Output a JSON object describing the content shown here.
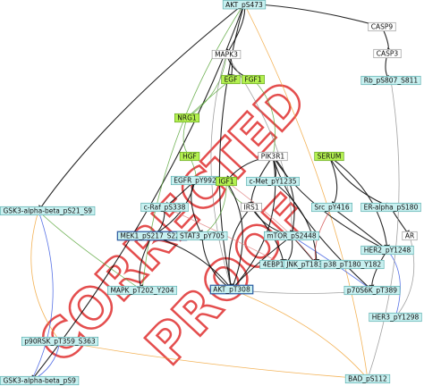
{
  "diagram": {
    "watermark": {
      "line1": "CORRECTED",
      "line2": "PROOF",
      "color": "#e03030"
    },
    "node_styles": {
      "plain": {
        "fill": "#ffffff",
        "stroke": "#888888"
      },
      "cyan": {
        "fill": "#c8f0f0",
        "stroke": "#4aa6a6"
      },
      "green": {
        "fill": "#b4f050",
        "stroke": "#5a9a1a"
      },
      "selected": {
        "fill": "#c8f0f0",
        "stroke": "#2a5aa0"
      }
    },
    "edge_colors": {
      "black": "#111111",
      "gray": "#8a8a8a",
      "green": "#50a030",
      "orange": "#f0a030",
      "blue": "#3050e0",
      "red": "#d04040",
      "pink": "#e08080"
    },
    "nodes": [
      {
        "id": "akt_ps473",
        "label": "AKT_pS473",
        "style": "cyan"
      },
      {
        "id": "casp9",
        "label": "CASP9",
        "style": "plain"
      },
      {
        "id": "casp3",
        "label": "CASP3",
        "style": "plain"
      },
      {
        "id": "rb_ps807",
        "label": "Rb_pS807_S811",
        "style": "cyan"
      },
      {
        "id": "mapk3",
        "label": "MAPK3",
        "style": "plain"
      },
      {
        "id": "egf",
        "label": "EGF",
        "style": "green"
      },
      {
        "id": "fgf1",
        "label": "FGF1",
        "style": "green"
      },
      {
        "id": "nrg1",
        "label": "NRG1",
        "style": "green"
      },
      {
        "id": "hgf",
        "label": "HGF",
        "style": "green"
      },
      {
        "id": "pik3r1",
        "label": "PIK3R1",
        "style": "plain"
      },
      {
        "id": "serum",
        "label": "SERUM",
        "style": "green"
      },
      {
        "id": "egfr",
        "label": "EGFR_pY992",
        "style": "cyan"
      },
      {
        "id": "igf1",
        "label": "IGF1",
        "style": "green"
      },
      {
        "id": "cmet",
        "label": "c-Met_pY1235",
        "style": "cyan"
      },
      {
        "id": "craf",
        "label": "c-Raf_pS338",
        "style": "cyan"
      },
      {
        "id": "irs1",
        "label": "IRS1",
        "style": "plain"
      },
      {
        "id": "src",
        "label": "Src_pY416",
        "style": "cyan"
      },
      {
        "id": "er_alpha",
        "label": "ER-alpha_pS180",
        "style": "cyan"
      },
      {
        "id": "gsk3",
        "label": "GSK3-alpha-beta_pS21_S9",
        "style": "cyan"
      },
      {
        "id": "mek1",
        "label": "MEK1_pS217_S221",
        "style": "selected"
      },
      {
        "id": "stat3",
        "label": "STAT3_pY705",
        "style": "cyan"
      },
      {
        "id": "mtor",
        "label": "mTOR_pS2448",
        "style": "cyan"
      },
      {
        "id": "ar",
        "label": "AR",
        "style": "plain"
      },
      {
        "id": "4ebp1",
        "label": "4EBP1_pS65",
        "style": "cyan"
      },
      {
        "id": "jnk",
        "label": "JNK_pT183_pY185",
        "style": "cyan"
      },
      {
        "id": "p38",
        "label": "p38_pT180_Y182",
        "style": "cyan"
      },
      {
        "id": "her2",
        "label": "HER2_pY1248",
        "style": "cyan"
      },
      {
        "id": "mapk_pt202",
        "label": "MAPK_pT202_Y204",
        "style": "cyan"
      },
      {
        "id": "akt_pt308",
        "label": "AKT_pT308",
        "style": "selected"
      },
      {
        "id": "p70s6k",
        "label": "p70S6K_pT389",
        "style": "cyan"
      },
      {
        "id": "her3",
        "label": "HER3_pY1298",
        "style": "cyan"
      },
      {
        "id": "p90rsk",
        "label": "p90RSK_pT359_S363",
        "style": "cyan"
      },
      {
        "id": "gsk3_ps9",
        "label": "GSK3-alpha-beta_pS9",
        "style": "cyan"
      },
      {
        "id": "bad",
        "label": "BAD_pS112",
        "style": "cyan"
      }
    ],
    "edges": [
      {
        "from": "akt_ps473",
        "to": "casp9",
        "color": "black"
      },
      {
        "from": "casp9",
        "to": "casp3",
        "color": "black"
      },
      {
        "from": "casp3",
        "to": "rb_ps807",
        "color": "black"
      },
      {
        "from": "akt_ps473",
        "to": "mapk3",
        "color": "black"
      },
      {
        "from": "akt_ps473",
        "to": "gsk3",
        "color": "black"
      },
      {
        "from": "akt_ps473",
        "to": "gsk3_ps9",
        "color": "black"
      },
      {
        "from": "akt_ps473",
        "to": "mapk_pt202",
        "color": "green"
      },
      {
        "from": "akt_ps473",
        "to": "bad",
        "color": "orange"
      },
      {
        "from": "akt_ps473",
        "to": "akt_pt308",
        "color": "black"
      },
      {
        "from": "mapk3",
        "to": "egf",
        "color": "black"
      },
      {
        "from": "mapk3",
        "to": "fgf1",
        "color": "black"
      },
      {
        "from": "mapk3",
        "to": "nrg1",
        "color": "green"
      },
      {
        "from": "mapk3",
        "to": "akt_pt308",
        "color": "gray"
      },
      {
        "from": "mapk3",
        "to": "mtor",
        "color": "gray"
      },
      {
        "from": "egf",
        "to": "nrg1",
        "color": "green"
      },
      {
        "from": "fgf1",
        "to": "pik3r1",
        "color": "green"
      },
      {
        "from": "nrg1",
        "to": "hgf",
        "color": "green"
      },
      {
        "from": "hgf",
        "to": "egfr",
        "color": "green"
      },
      {
        "from": "pik3r1",
        "to": "igf1",
        "color": "black"
      },
      {
        "from": "pik3r1",
        "to": "cmet",
        "color": "black"
      },
      {
        "from": "pik3r1",
        "to": "irs1",
        "color": "black"
      },
      {
        "from": "pik3r1",
        "to": "mtor",
        "color": "black"
      },
      {
        "from": "pik3r1",
        "to": "her2",
        "color": "black"
      },
      {
        "from": "pik3r1",
        "to": "akt_pt308",
        "color": "black"
      },
      {
        "from": "pik3r1",
        "to": "p70s6k",
        "color": "black"
      },
      {
        "from": "serum",
        "to": "src",
        "color": "black"
      },
      {
        "from": "serum",
        "to": "er_alpha",
        "color": "black"
      },
      {
        "from": "serum",
        "to": "her2",
        "color": "black"
      },
      {
        "from": "egfr",
        "to": "craf",
        "color": "black"
      },
      {
        "from": "egfr",
        "to": "mek1",
        "color": "black"
      },
      {
        "from": "egfr",
        "to": "stat3",
        "color": "black"
      },
      {
        "from": "igf1",
        "to": "stat3",
        "color": "green"
      },
      {
        "from": "igf1",
        "to": "irs1",
        "color": "green"
      },
      {
        "from": "igf1",
        "to": "akt_pt308",
        "color": "black"
      },
      {
        "from": "irs1",
        "to": "mtor",
        "color": "black"
      },
      {
        "from": "irs1",
        "to": "4ebp1",
        "color": "black"
      },
      {
        "from": "irs1",
        "to": "akt_pt308",
        "color": "black"
      },
      {
        "from": "craf",
        "to": "mek1",
        "color": "black"
      },
      {
        "from": "mek1",
        "to": "mapk_pt202",
        "color": "black"
      },
      {
        "from": "mek1",
        "to": "akt_pt308",
        "color": "black"
      },
      {
        "from": "stat3",
        "to": "akt_pt308",
        "color": "black"
      },
      {
        "from": "mtor",
        "to": "4ebp1",
        "color": "black"
      },
      {
        "from": "mtor",
        "to": "jnk",
        "color": "black"
      },
      {
        "from": "mtor",
        "to": "p70s6k",
        "color": "blue"
      },
      {
        "from": "mtor",
        "to": "akt_pt308",
        "color": "black"
      },
      {
        "from": "cmet",
        "to": "jnk",
        "color": "black"
      },
      {
        "from": "src",
        "to": "jnk",
        "color": "red"
      },
      {
        "from": "src",
        "to": "her2",
        "color": "black"
      },
      {
        "from": "er_alpha",
        "to": "ar",
        "color": "black"
      },
      {
        "from": "ar",
        "to": "her3",
        "color": "gray"
      },
      {
        "from": "her2",
        "to": "p70s6k",
        "color": "black"
      },
      {
        "from": "her2",
        "to": "her3",
        "color": "blue"
      },
      {
        "from": "gsk3",
        "to": "p90rsk",
        "color": "orange"
      },
      {
        "from": "gsk3",
        "to": "gsk3_ps9",
        "color": "blue"
      },
      {
        "from": "gsk3",
        "to": "mapk_pt202",
        "color": "green"
      },
      {
        "from": "p90rsk",
        "to": "gsk3_ps9",
        "color": "blue"
      },
      {
        "from": "p90rsk",
        "to": "bad",
        "color": "orange"
      },
      {
        "from": "akt_pt308",
        "to": "bad",
        "color": "orange"
      },
      {
        "from": "akt_pt308",
        "to": "p70s6k",
        "color": "gray"
      },
      {
        "from": "rb_ps807",
        "to": "bad",
        "color": "gray"
      },
      {
        "from": "craf",
        "to": "4ebp1",
        "color": "pink"
      },
      {
        "from": "igf1",
        "to": "jnk",
        "color": "pink"
      }
    ]
  }
}
